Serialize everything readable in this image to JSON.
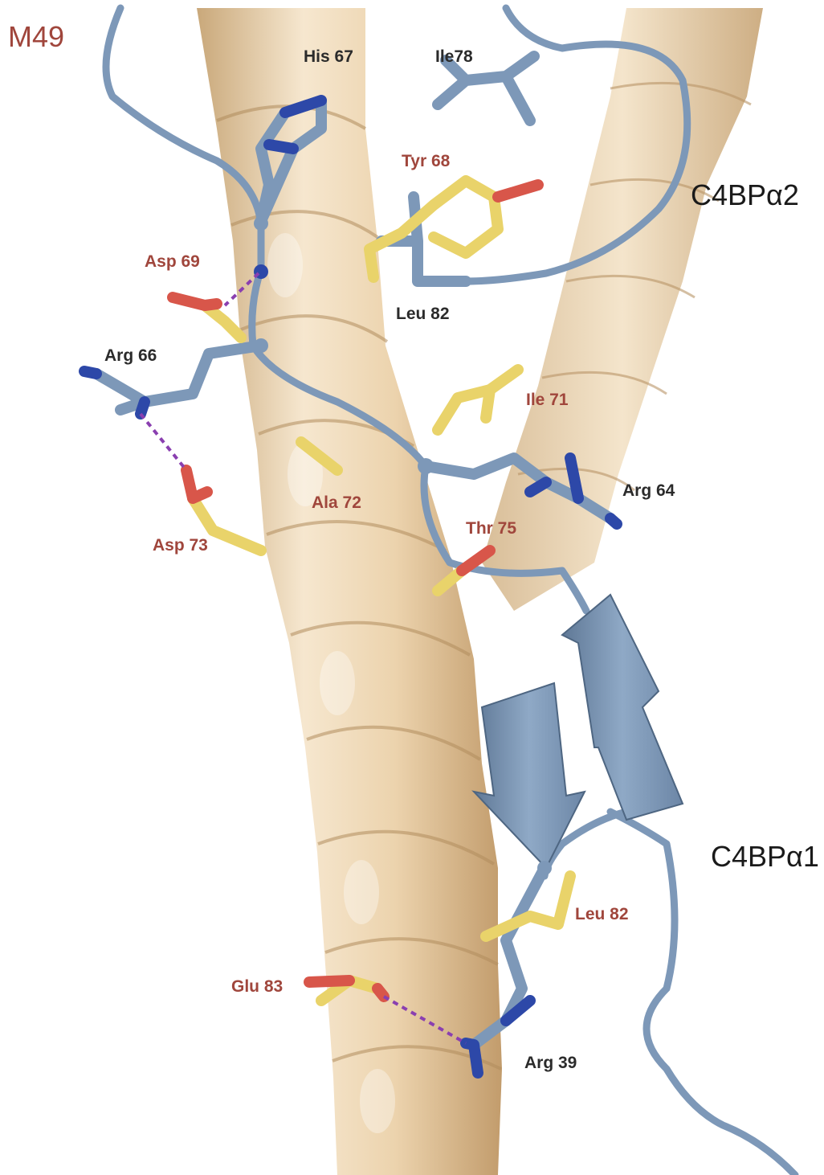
{
  "title": "M49",
  "chains": {
    "alpha2": "C4BPα2",
    "alpha1": "C4BPα1"
  },
  "residues": {
    "his67": "His 67",
    "ile78": "Ile78",
    "tyr68": "Tyr 68",
    "asp69": "Asp 69",
    "leu82_top": "Leu 82",
    "arg66": "Arg 66",
    "ile71": "Ile 71",
    "ala72": "Ala 72",
    "arg64": "Arg 64",
    "asp73": "Asp 73",
    "thr75": "Thr 75",
    "leu82_bottom": "Leu 82",
    "glu83": "Glu 83",
    "arg39": "Arg 39"
  },
  "colors": {
    "helix": "#e8cfa8",
    "helix_shadow": "#c9a87a",
    "c4bp_backbone": "#7d98b8",
    "carbon_m49": "#e9d36a",
    "oxygen": "#d8564a",
    "nitrogen": "#2d48a8",
    "hbond": "#8a3fb0",
    "label_m49": "#a0463c",
    "label_c4bp": "#2b2b2b"
  }
}
